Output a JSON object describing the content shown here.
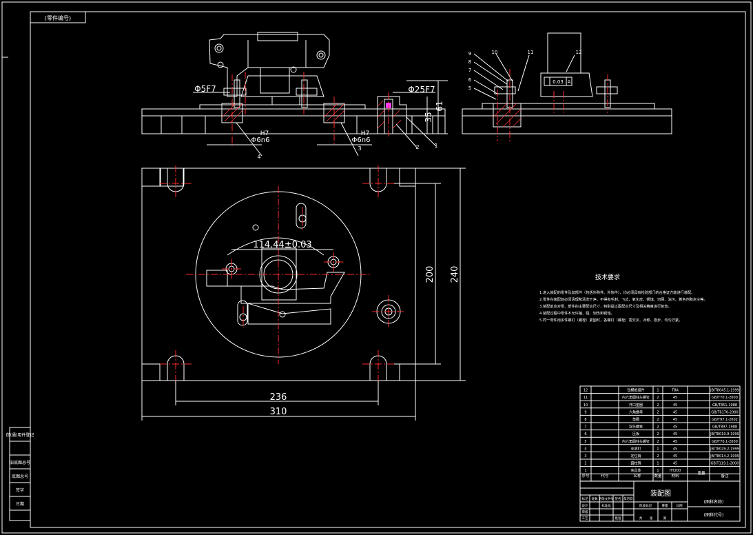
{
  "title_tag": "(零件编号)",
  "dims": {
    "d_5f7": "Φ5F7",
    "d_25f7": "Φ25F7",
    "h_61": "61",
    "h_35": "35",
    "fit_h7_a": "H7",
    "fit_6n6_a": "Φ6n6",
    "fit_h7_b": "H7",
    "fit_6n6_b": "Φ6n6",
    "arc": "114.44±0.03",
    "w_236": "236",
    "w_310": "310",
    "h_200": "200",
    "h_240": "240",
    "tol_val": "0.03",
    "tol_datum": "A"
  },
  "balloons_front": [
    "4",
    "3",
    "2",
    "1"
  ],
  "balloons_side": [
    "9",
    "8",
    "7",
    "6",
    "5",
    "10",
    "11",
    "12"
  ],
  "tech_req": {
    "heading": "技术要求",
    "lines": [
      "1.进入装配的零件及其部件（包括外购件、外协件），均必须具有检验部门的合格证方能进行装配。",
      "2.零件在装配前必须清理和清洗干净，不得有毛刺、飞边、氧化皮、锈蚀、切屑、油污、着色剂和灰尘等。",
      "3.装配前应对零、部件的主要配合尺寸，特别是过盈配合尺寸及相关精度进行复查。",
      "4.装配过程中零件不允许磕、碰、划伤和锈蚀。",
      "5.同一零件用多件螺钉（螺栓）紧固时，各螺钉（螺栓）需交叉、对称、逐步、均匀拧紧。"
    ]
  },
  "bom": {
    "rows": [
      {
        "no": "12",
        "name": "钻模板组件",
        "qty": "1",
        "mat": "T8A",
        "std": "JB/T8045.1-1999"
      },
      {
        "no": "11",
        "name": "内六角圆柱头螺钉",
        "qty": "2",
        "mat": "45",
        "std": "GB/T70.1-2000"
      },
      {
        "no": "10",
        "name": "开口垫圈",
        "qty": "2",
        "mat": "45",
        "std": "GB/T851-1988"
      },
      {
        "no": "9",
        "name": "六角螺母",
        "qty": "2",
        "mat": "45",
        "std": "GB/T6170-2000"
      },
      {
        "no": "8",
        "name": "垫圈",
        "qty": "2",
        "mat": "45",
        "std": "GB/T97.1-2002"
      },
      {
        "no": "7",
        "name": "双头螺柱",
        "qty": "2",
        "mat": "45",
        "std": "GB/T897-1988"
      },
      {
        "no": "6",
        "name": "压板",
        "qty": "2",
        "mat": "45",
        "std": "JB/T8010.9-1999"
      },
      {
        "no": "5",
        "name": "内六角圆柱头螺钉",
        "qty": "2",
        "mat": "45",
        "std": "GB/T70.1-2000"
      },
      {
        "no": "4",
        "name": "支承钉",
        "qty": "1",
        "mat": "45",
        "std": "JB/T8029.2-1999"
      },
      {
        "no": "3",
        "name": "定位销",
        "qty": "2",
        "mat": "45",
        "std": "JB/T8014.2-1999"
      },
      {
        "no": "2",
        "name": "圆柱销",
        "qty": "1",
        "mat": "45",
        "std": "GB/T119.1-2000"
      },
      {
        "no": "1",
        "name": "夹具体",
        "qty": "1",
        "mat": "HT200",
        "std": ""
      }
    ],
    "header": {
      "no": "序号",
      "code": "代号",
      "name": "名称",
      "qty": "数量",
      "mat": "材料",
      "weight": "重量",
      "remark": "备注"
    }
  },
  "title_block": {
    "drawing_name": "装配图",
    "org_name": "(图样名称)",
    "drawing_code": "(图样代号)",
    "labels": [
      "标记",
      "处数",
      "分区",
      "更改文件号",
      "签名",
      "年月日",
      "设计",
      "标准化",
      "阶段标记",
      "重量",
      "比例",
      "审核",
      "工艺",
      "批准",
      "共",
      "张",
      "第"
    ]
  },
  "left_strip": [
    "借(通)用件登记",
    "旧底图总号",
    "底图总号",
    "签字",
    "日期"
  ]
}
